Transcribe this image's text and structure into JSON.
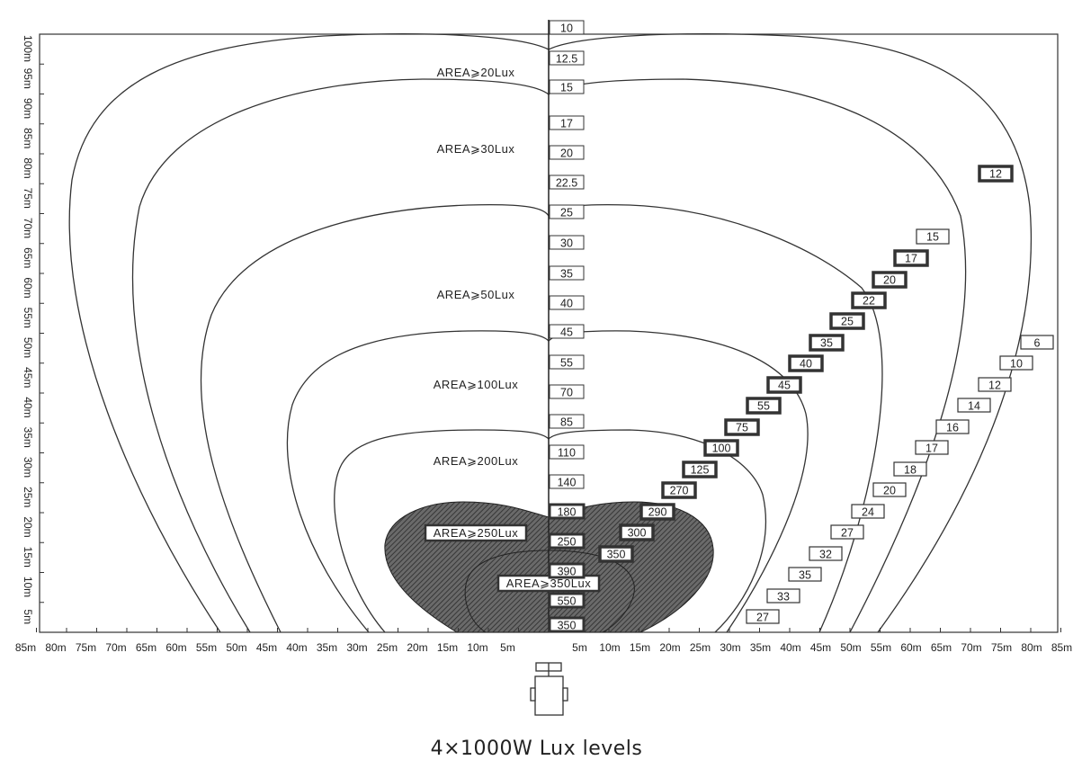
{
  "caption": "4×1000W Lux levels",
  "colors": {
    "line": "#333333",
    "hatch": "#4a4a4a",
    "boxStroke": "#333333",
    "boxFill": "#ffffff"
  },
  "axes": {
    "x_left_ticks": [
      "85m",
      "80m",
      "75m",
      "70m",
      "65m",
      "60m",
      "55m",
      "50m",
      "45m",
      "40m",
      "35m",
      "30m",
      "25m",
      "20m",
      "15m",
      "10m",
      "5m"
    ],
    "x_right_ticks": [
      "5m",
      "10m",
      "15m",
      "20m",
      "25m",
      "30m",
      "35m",
      "40m",
      "45m",
      "50m",
      "55m",
      "60m",
      "65m",
      "70m",
      "75m",
      "80m",
      "85m"
    ],
    "y_ticks": [
      "100m",
      "95m",
      "90m",
      "85m",
      "80m",
      "75m",
      "70m",
      "65m",
      "60m",
      "55m",
      "50m",
      "45m",
      "40m",
      "35m",
      "30m",
      "25m",
      "20m",
      "15m",
      "10m",
      "5m"
    ]
  },
  "areas": [
    {
      "label": "AREA⩾20Lux"
    },
    {
      "label": "AREA⩾30Lux"
    },
    {
      "label": "AREA⩾50Lux"
    },
    {
      "label": "AREA⩾100Lux"
    },
    {
      "label": "AREA⩾200Lux"
    },
    {
      "label": "AREA⩾250Lux"
    },
    {
      "label": "AREA⩾350Lux"
    }
  ],
  "center_values": [
    "10",
    "12.5",
    "15",
    "17",
    "20",
    "22.5",
    "25",
    "30",
    "35",
    "40",
    "45",
    "55",
    "70",
    "85",
    "110",
    "140",
    "180",
    "250",
    "390",
    "550",
    "350"
  ],
  "diagonal_bold_values": [
    "12",
    "15",
    "17",
    "20",
    "22",
    "25",
    "35",
    "40",
    "45",
    "55",
    "75",
    "100",
    "125",
    "270",
    "290",
    "300",
    "350"
  ],
  "diagonal_thin_values": [
    "6",
    "10",
    "12",
    "14",
    "16",
    "17",
    "18",
    "20",
    "24",
    "27",
    "32",
    "35",
    "33",
    "27"
  ]
}
